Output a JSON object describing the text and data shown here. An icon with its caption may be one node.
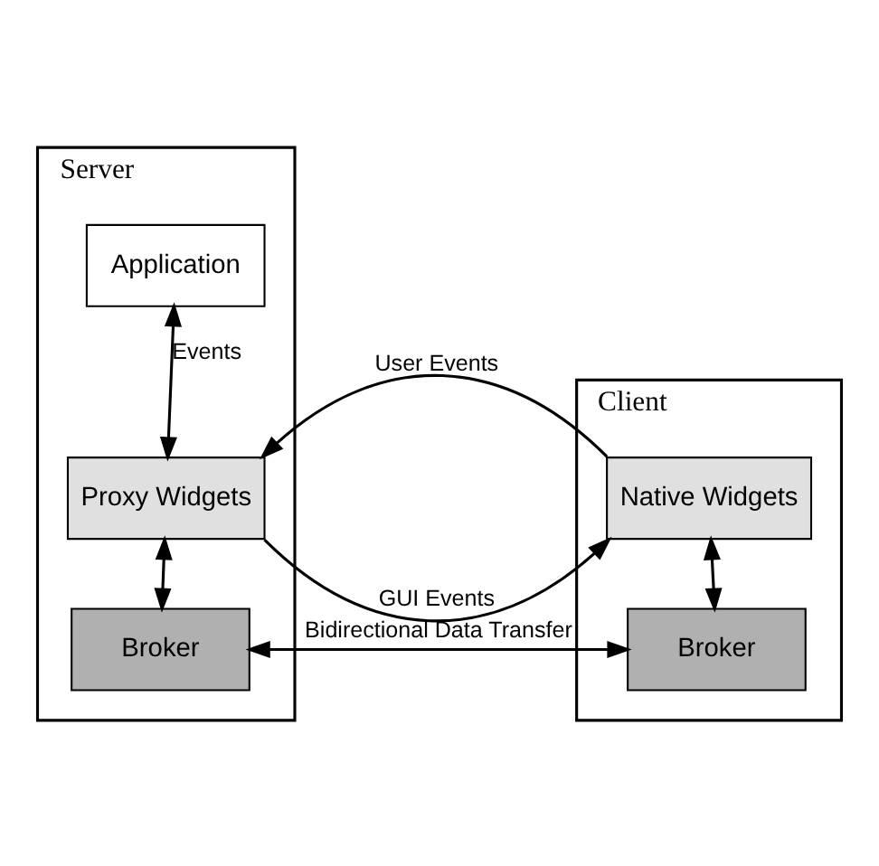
{
  "diagram": {
    "nodes": [
      {
        "text": [
          "Server"
        ]
      },
      {
        "text": [
          "Application"
        ],
        "in": 0
      },
      {
        "text": [
          "Proxy Widgets"
        ],
        "in": 0
      },
      {
        "text": [
          "Broker"
        ],
        "in": 0
      },
      {
        "text": [
          "Client"
        ]
      },
      {
        "text": [
          "Native Widgets"
        ],
        "in": 4
      },
      {
        "text": [
          "Broker"
        ],
        "in": 4
      }
    ],
    "edges": [
      {
        "from": 1,
        "to": 2,
        "arrow": "both",
        "label": "Events"
      },
      {
        "from": 2,
        "to": 3,
        "arrow": "both"
      },
      {
        "from": 5,
        "to": 2,
        "arrow": "to",
        "label": "User Events"
      },
      {
        "from": 2,
        "to": 5,
        "arrow": "to",
        "label": "GUI Events"
      },
      {
        "from": 5,
        "to": 6,
        "arrow": "both"
      },
      {
        "from": 3,
        "to": 6,
        "arrow": "both",
        "label": "Bidirectional Data Transfer"
      }
    ]
  }
}
